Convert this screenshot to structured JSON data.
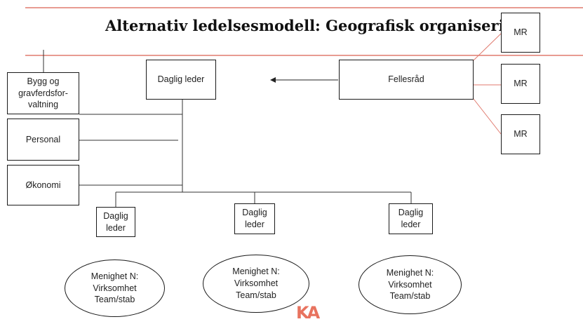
{
  "title": "Alternativ ledelsesmodell: Geografisk organisering",
  "colors": {
    "accent_line": "#e07a6e",
    "box_border": "#1a1a1a",
    "connector": "#333333",
    "logo": "#e8735f"
  },
  "nodes": {
    "daglig_leder_top": "Daglig leder",
    "fellesrad": "Fellesråd",
    "mr": [
      "MR",
      "MR",
      "MR"
    ],
    "bygg": "Bygg og\ngravferdsfor-\nvaltning",
    "personal": "Personal",
    "okonomi": "Økonomi",
    "daglig_leder_sub": [
      "Daglig\nleder",
      "Daglig\nleder",
      "Daglig\nleder"
    ]
  },
  "menigheter": [
    "Menighet N:\nVirksomhet\nTeam/stab",
    "Menighet N:\nVirksomhet\nTeam/stab",
    "Menighet N:\nVirksomhet\nTeam/stab"
  ],
  "logo": {
    "text": "KA"
  }
}
